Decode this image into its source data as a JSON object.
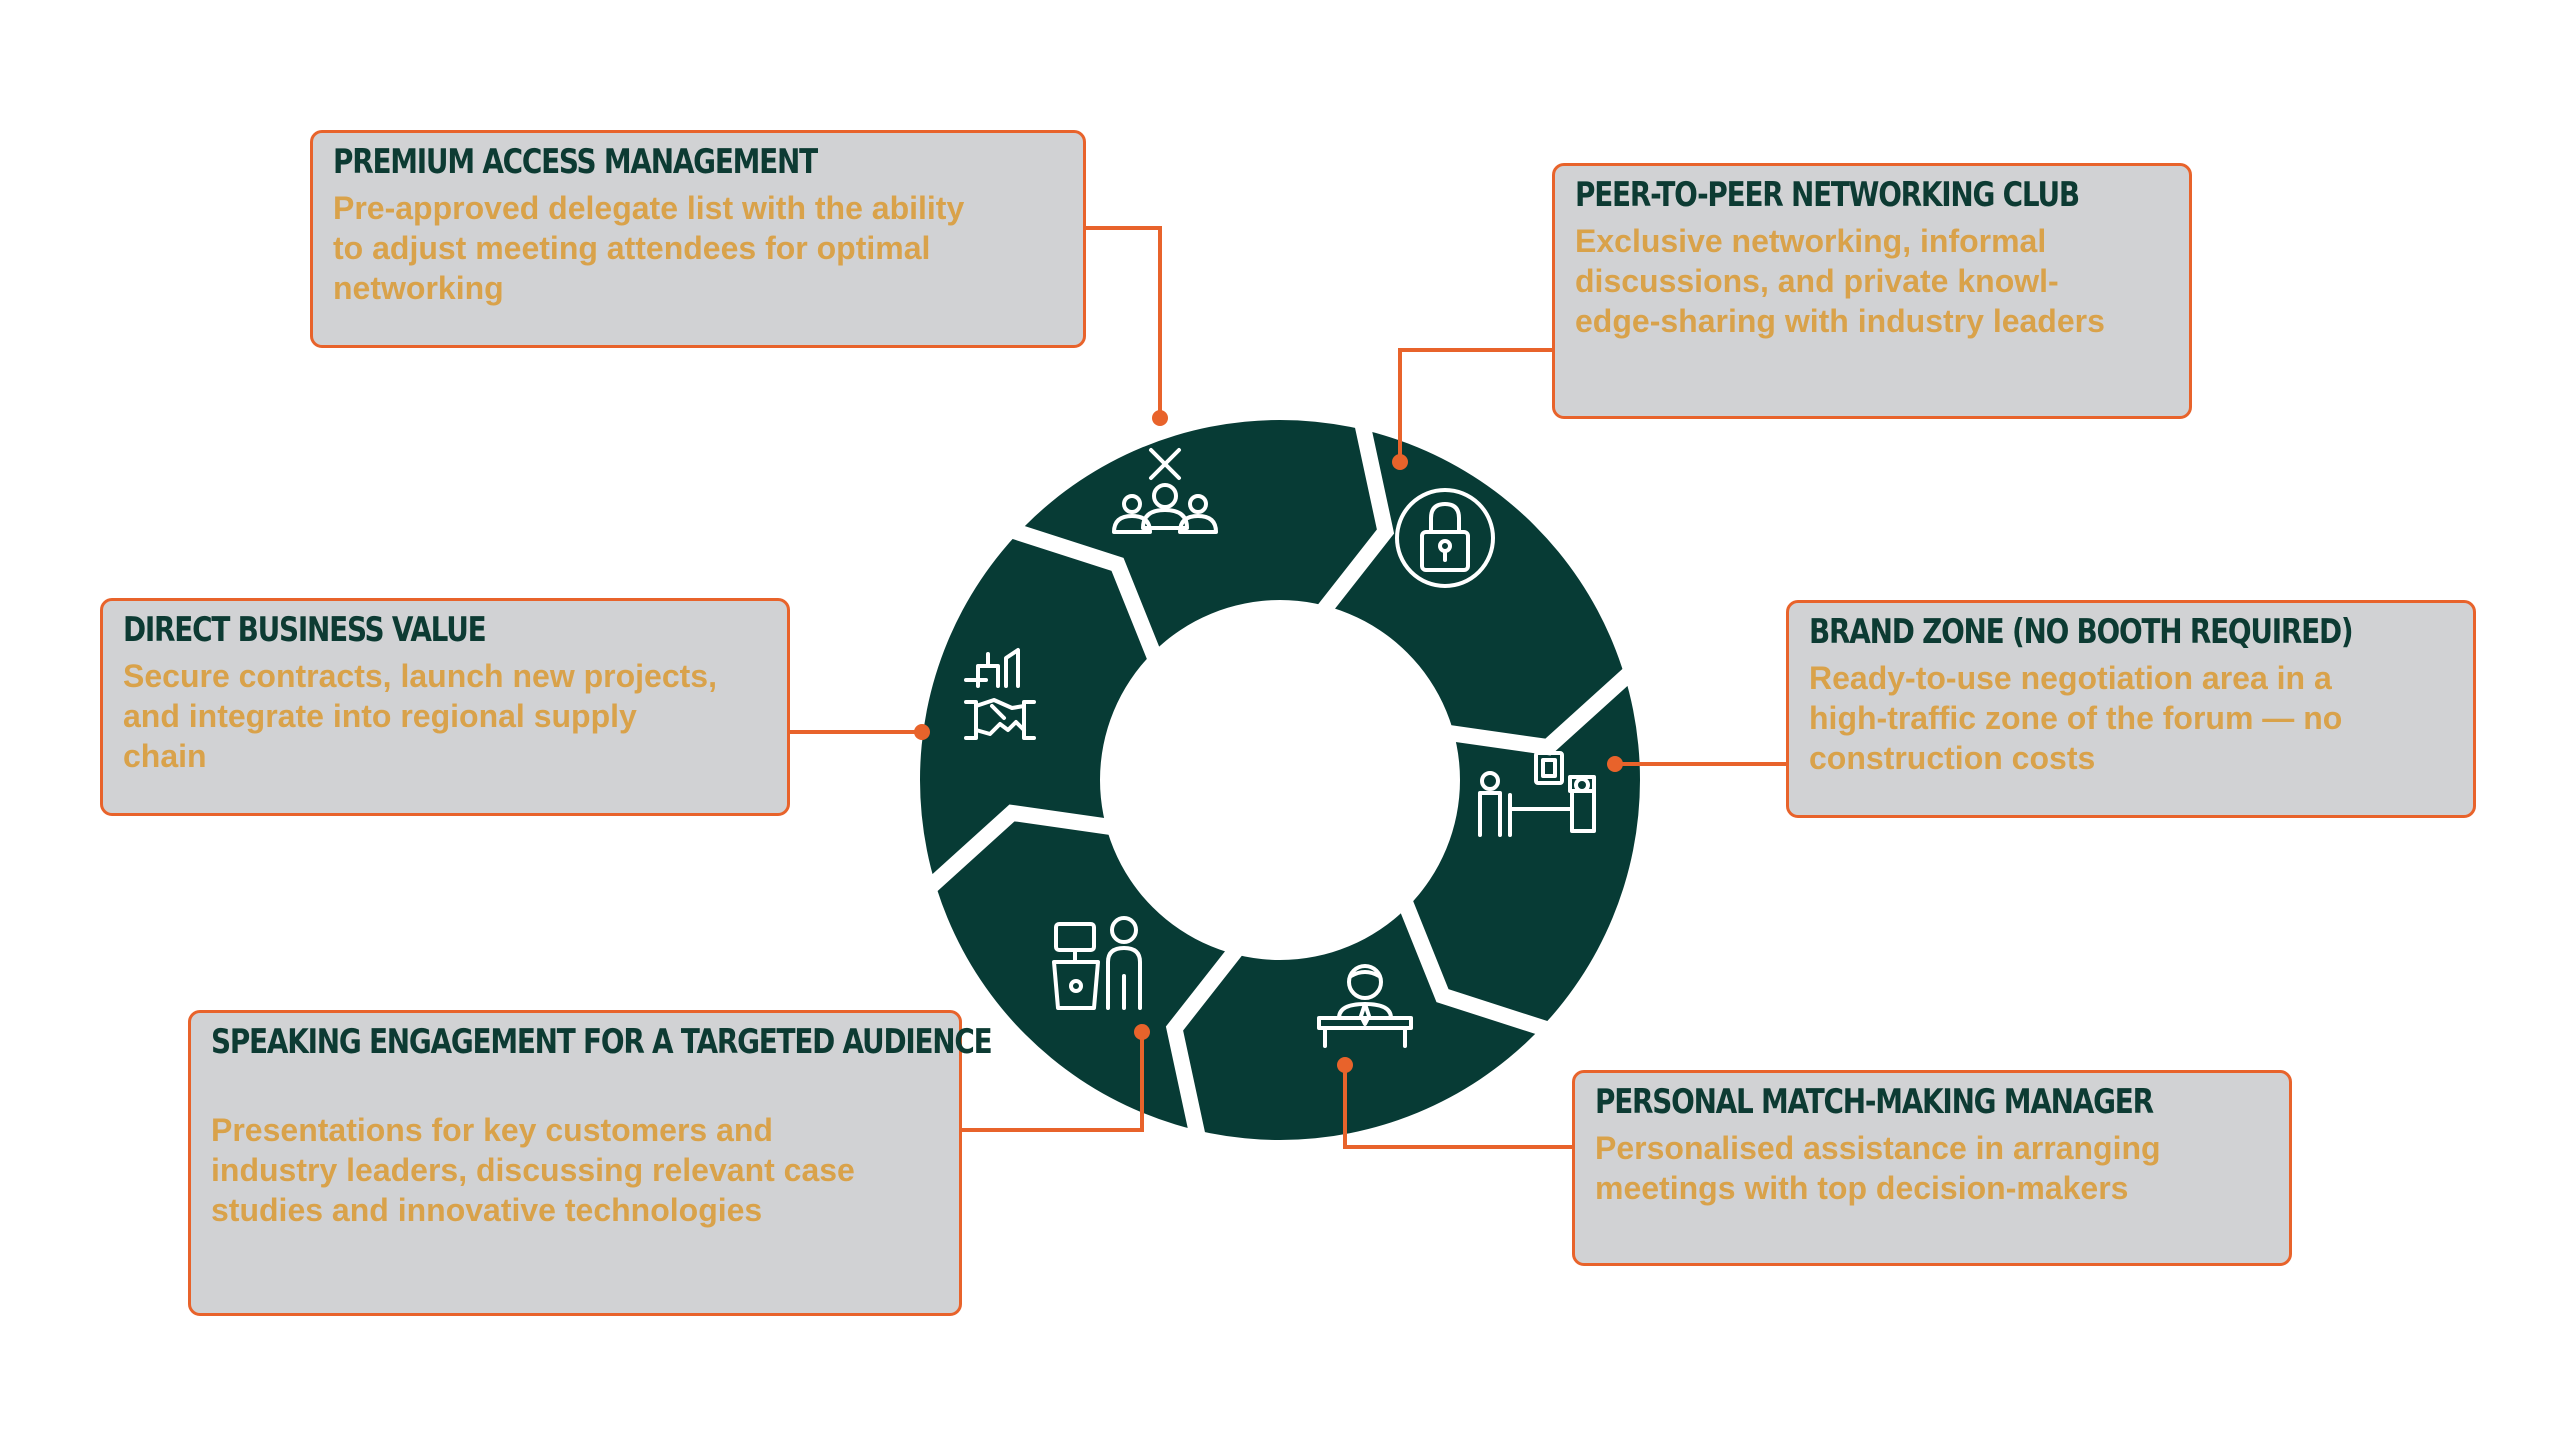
{
  "colors": {
    "ring": "#073b35",
    "connector": "#e8632b",
    "box_fill": "#d1d2d4",
    "box_border": "#e8632b",
    "title_text": "#0d3b33",
    "desc_text": "#d9a24a",
    "icon_stroke": "#ffffff"
  },
  "cards": [
    {
      "key": "premium",
      "title": "PREMIUM ACCESS MANAGEMENT",
      "description": "Pre-approved delegate list with the ability\nto adjust meeting attendees for optimal\nnetworking",
      "icon": "people-with-cross-icon"
    },
    {
      "key": "peer",
      "title": "PEER-TO-PEER NETWORKING CLUB",
      "description": "Exclusive networking, informal\ndiscussions, and private knowl-\nedge-sharing with industry leaders",
      "icon": "padlock-icon"
    },
    {
      "key": "brand",
      "title": "BRAND ZONE (NO BOOTH REQUIRED)",
      "description": "Ready-to-use negotiation area in a\nhigh-traffic zone of the forum — no\nconstruction costs",
      "icon": "negotiation-table-icon"
    },
    {
      "key": "matchmaking",
      "title": "PERSONAL MATCH-MAKING MANAGER",
      "description": "Personalised assistance in arranging\nmeetings with top decision-makers",
      "icon": "manager-at-desk-icon"
    },
    {
      "key": "speaking",
      "title": "SPEAKING ENGAGEMENT FOR A TARGETED AUDIENCE",
      "description": "Presentations for key customers and\nindustry leaders, discussing relevant case\nstudies and innovative technologies",
      "icon": "speaker-podium-icon"
    },
    {
      "key": "business",
      "title": "DIRECT BUSINESS VALUE",
      "description": "Secure contracts, launch new projects,\nand integrate into regional supply\nchain",
      "icon": "handshake-icon"
    }
  ]
}
